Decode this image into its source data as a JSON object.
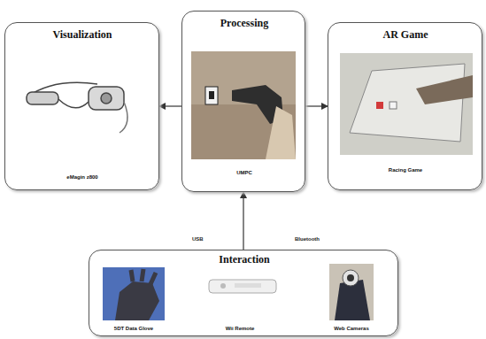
{
  "diagram": {
    "nodes": [
      {
        "text": [
          "Visualization",
          "eMagin z800"
        ]
      },
      {
        "text": [
          "Processing",
          "UMPC"
        ]
      },
      {
        "text": [
          "AR Game",
          "Racing Game"
        ]
      },
      {
        "text": [
          "Interaction",
          "5DT Data Glove",
          "Wii Remote",
          "Web Cameras"
        ]
      }
    ],
    "edges": [
      {
        "from": 1,
        "to": 0,
        "arrow": "to"
      },
      {
        "from": 1,
        "to": 2,
        "arrow": "to"
      },
      {
        "from": 3,
        "to": 1,
        "arrow": "to"
      }
    ],
    "labels": [
      "USB",
      "Bluetooth"
    ]
  }
}
